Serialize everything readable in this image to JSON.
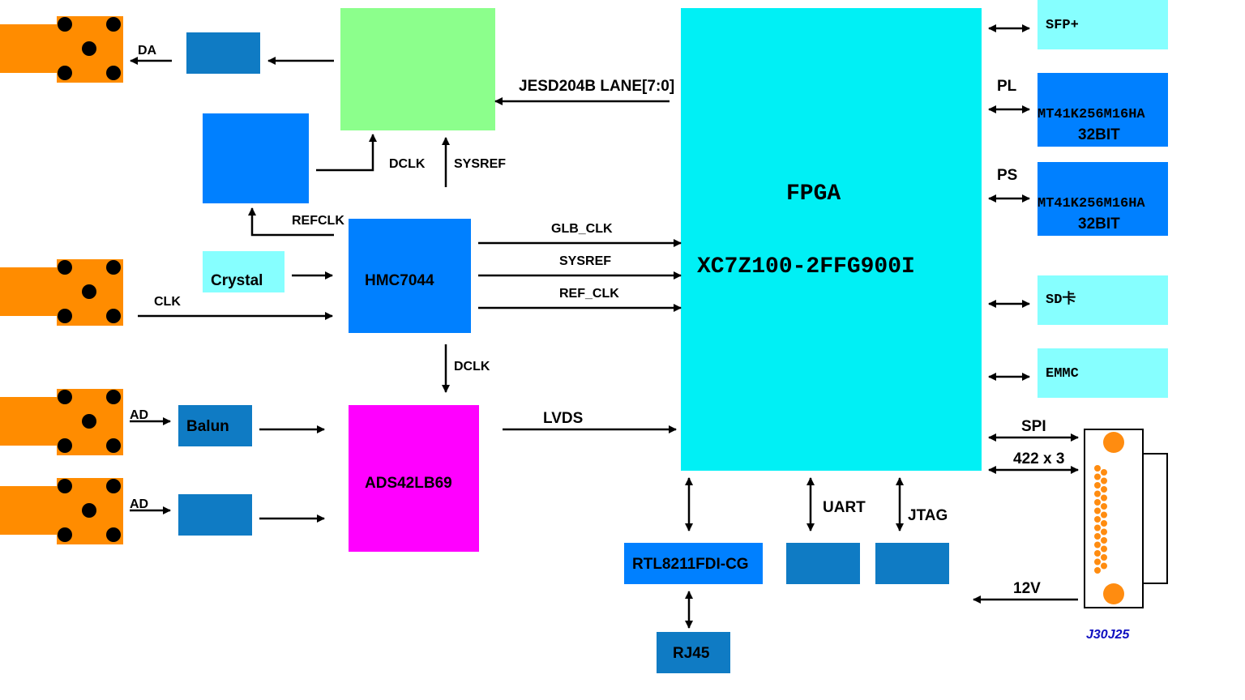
{
  "colors": {
    "fpga": "#00F0F5",
    "dac": "#8CFF8C",
    "blue_block": "#0080FF",
    "dark_blue_block": "#0F7BC4",
    "adc": "#FF00FF",
    "light_cyan": "#86FFFF",
    "connector_orange": "#FF8C00",
    "pin_dot": "#000000",
    "j30_pin": "#FF8C10",
    "j30_label": "#1010C0"
  },
  "blocks": {
    "fpga_title": "FPGA",
    "fpga_part": "XC7Z100-2FFG900I",
    "hmc": "HMC7044",
    "crystal": "Crystal",
    "balun": "Balun",
    "adc": "ADS42LB69",
    "phy": "RTL8211FDI-CG",
    "rj45": "RJ45",
    "sfp": "SFP+",
    "ddr_pl_part": "MT41K256M16HA",
    "ddr_pl_width": "32BIT",
    "ddr_ps_part": "MT41K256M16HA",
    "ddr_ps_width": "32BIT",
    "sd": "SD卡",
    "emmc": "EMMC",
    "j30": "J30J25"
  },
  "signals": {
    "da": "DA",
    "jesd": "JESD204B LANE[7:0]",
    "dclk_top": "DCLK",
    "sysref_top": "SYSREF",
    "refclk": "REFCLK",
    "clk": "CLK",
    "glb_clk": "GLB_CLK",
    "sysref": "SYSREF",
    "ref_clk": "REF_CLK",
    "dclk_adc": "DCLK",
    "ad1": "AD",
    "ad2": "AD",
    "lvds": "LVDS",
    "pl": "PL",
    "ps": "PS",
    "uart": "UART",
    "jtag": "JTAG",
    "spi": "SPI",
    "rs422": "422 x 3",
    "v12": "12V"
  }
}
